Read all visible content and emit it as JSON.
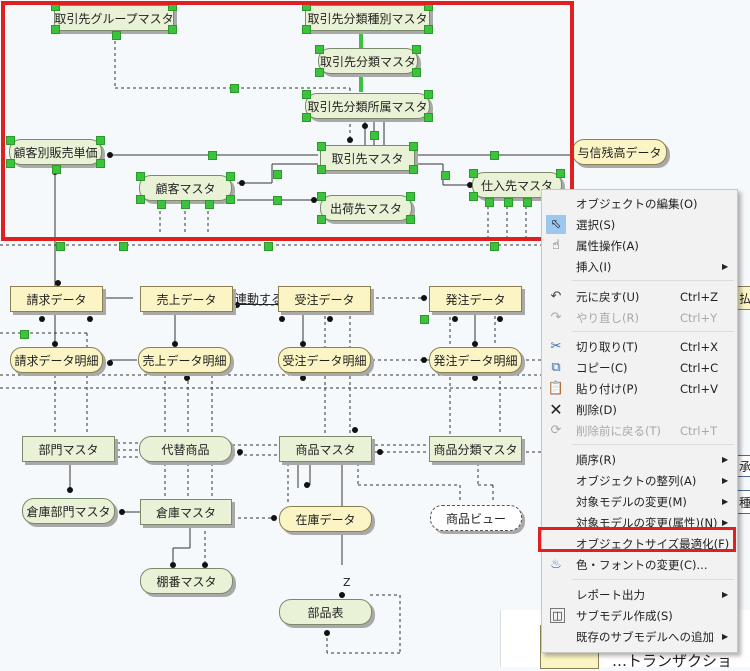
{
  "entities": {
    "group_master": "取引先グループマスタ",
    "class_type_master": "取引先分類種別マスタ",
    "class_master": "取引先分類マスタ",
    "class_belong_master": "取引先分類所属マスタ",
    "customer_price": "顧客別販売単価",
    "partner_master": "取引先マスタ",
    "credit_balance": "与信残高データ",
    "customer_master": "顧客マスタ",
    "supplier_master": "仕入先マスタ",
    "shipto_master": "出荷先マスタ",
    "billing_data": "請求データ",
    "sales_data": "売上データ",
    "order_data": "受注データ",
    "purchase_data": "発注データ",
    "billing_detail": "請求データ明細",
    "sales_detail": "売上データ明細",
    "order_detail": "受注データ明細",
    "purchase_detail": "発注データ明細",
    "dept_master": "部門マスタ",
    "alt_product": "代替商品",
    "product_master": "商品マスタ",
    "product_class_master": "商品分類マスタ",
    "warehouse_dept_master": "倉庫部門マスタ",
    "warehouse_master": "倉庫マスタ",
    "stock_data": "在庫データ",
    "product_view": "商品ビュー",
    "shelf_master": "棚番マスタ",
    "bom": "部品表"
  },
  "relation_labels": {
    "linked": "連動する",
    "bom_z": "Z"
  },
  "partial_labels": {
    "right_top": "払デ",
    "right_mid": "承記",
    "right_low": "種",
    "bottom": "…トランザクショ"
  },
  "context_menu": {
    "items": [
      {
        "label": "オブジェクトの編集(O)",
        "icon": "",
        "shortcut": "",
        "submenu": false,
        "disabled": false
      },
      {
        "label": "選択(S)",
        "icon": "pointer-icon",
        "shortcut": "",
        "submenu": false,
        "disabled": false
      },
      {
        "label": "属性操作(A)",
        "icon": "hand-icon",
        "shortcut": "",
        "submenu": false,
        "disabled": false
      },
      {
        "label": "挿入(I)",
        "icon": "",
        "shortcut": "",
        "submenu": true,
        "disabled": false
      },
      {
        "label": "元に戻す(U)",
        "icon": "undo-icon",
        "shortcut": "Ctrl+Z",
        "submenu": false,
        "disabled": false
      },
      {
        "label": "やり直し(R)",
        "icon": "redo-icon",
        "shortcut": "Ctrl+Y",
        "submenu": false,
        "disabled": true
      },
      {
        "label": "切り取り(T)",
        "icon": "scissors-icon",
        "shortcut": "Ctrl+X",
        "submenu": false,
        "disabled": false
      },
      {
        "label": "コピー(C)",
        "icon": "copy-icon",
        "shortcut": "Ctrl+C",
        "submenu": false,
        "disabled": false
      },
      {
        "label": "貼り付け(P)",
        "icon": "paste-icon",
        "shortcut": "Ctrl+V",
        "submenu": false,
        "disabled": false
      },
      {
        "label": "削除(D)",
        "icon": "delete-icon",
        "shortcut": "",
        "submenu": false,
        "disabled": false
      },
      {
        "label": "削除前に戻る(T)",
        "icon": "restore-icon",
        "shortcut": "Ctrl+T",
        "submenu": false,
        "disabled": true
      },
      {
        "label": "順序(R)",
        "icon": "",
        "shortcut": "",
        "submenu": true,
        "disabled": false
      },
      {
        "label": "オブジェクトの整列(A)",
        "icon": "",
        "shortcut": "",
        "submenu": true,
        "disabled": false
      },
      {
        "label": "対象モデルの変更(M)",
        "icon": "",
        "shortcut": "",
        "submenu": true,
        "disabled": false
      },
      {
        "label": "対象モデルの変更(属性)(N)",
        "icon": "",
        "shortcut": "",
        "submenu": true,
        "disabled": false
      },
      {
        "label": "オブジェクトサイズ最適化(F)",
        "icon": "",
        "shortcut": "",
        "submenu": false,
        "disabled": false
      },
      {
        "label": "色・フォントの変更(C)...",
        "icon": "paint-bucket-icon",
        "shortcut": "",
        "submenu": false,
        "disabled": false,
        "highlighted": true
      },
      {
        "label": "レポート出力",
        "icon": "",
        "shortcut": "",
        "submenu": true,
        "disabled": false
      },
      {
        "label": "サブモデル作成(S)",
        "icon": "submodel-icon",
        "shortcut": "",
        "submenu": false,
        "disabled": false
      },
      {
        "label": "既存のサブモデルへの追加",
        "icon": "",
        "shortcut": "",
        "submenu": true,
        "disabled": false
      }
    ]
  },
  "colors": {
    "selection_outline": "#e02020",
    "handle": "#3cc23c",
    "master_fill": "#e9f2d6",
    "data_fill": "#fbf4c4",
    "menu_bg": "#f2f2f2"
  }
}
